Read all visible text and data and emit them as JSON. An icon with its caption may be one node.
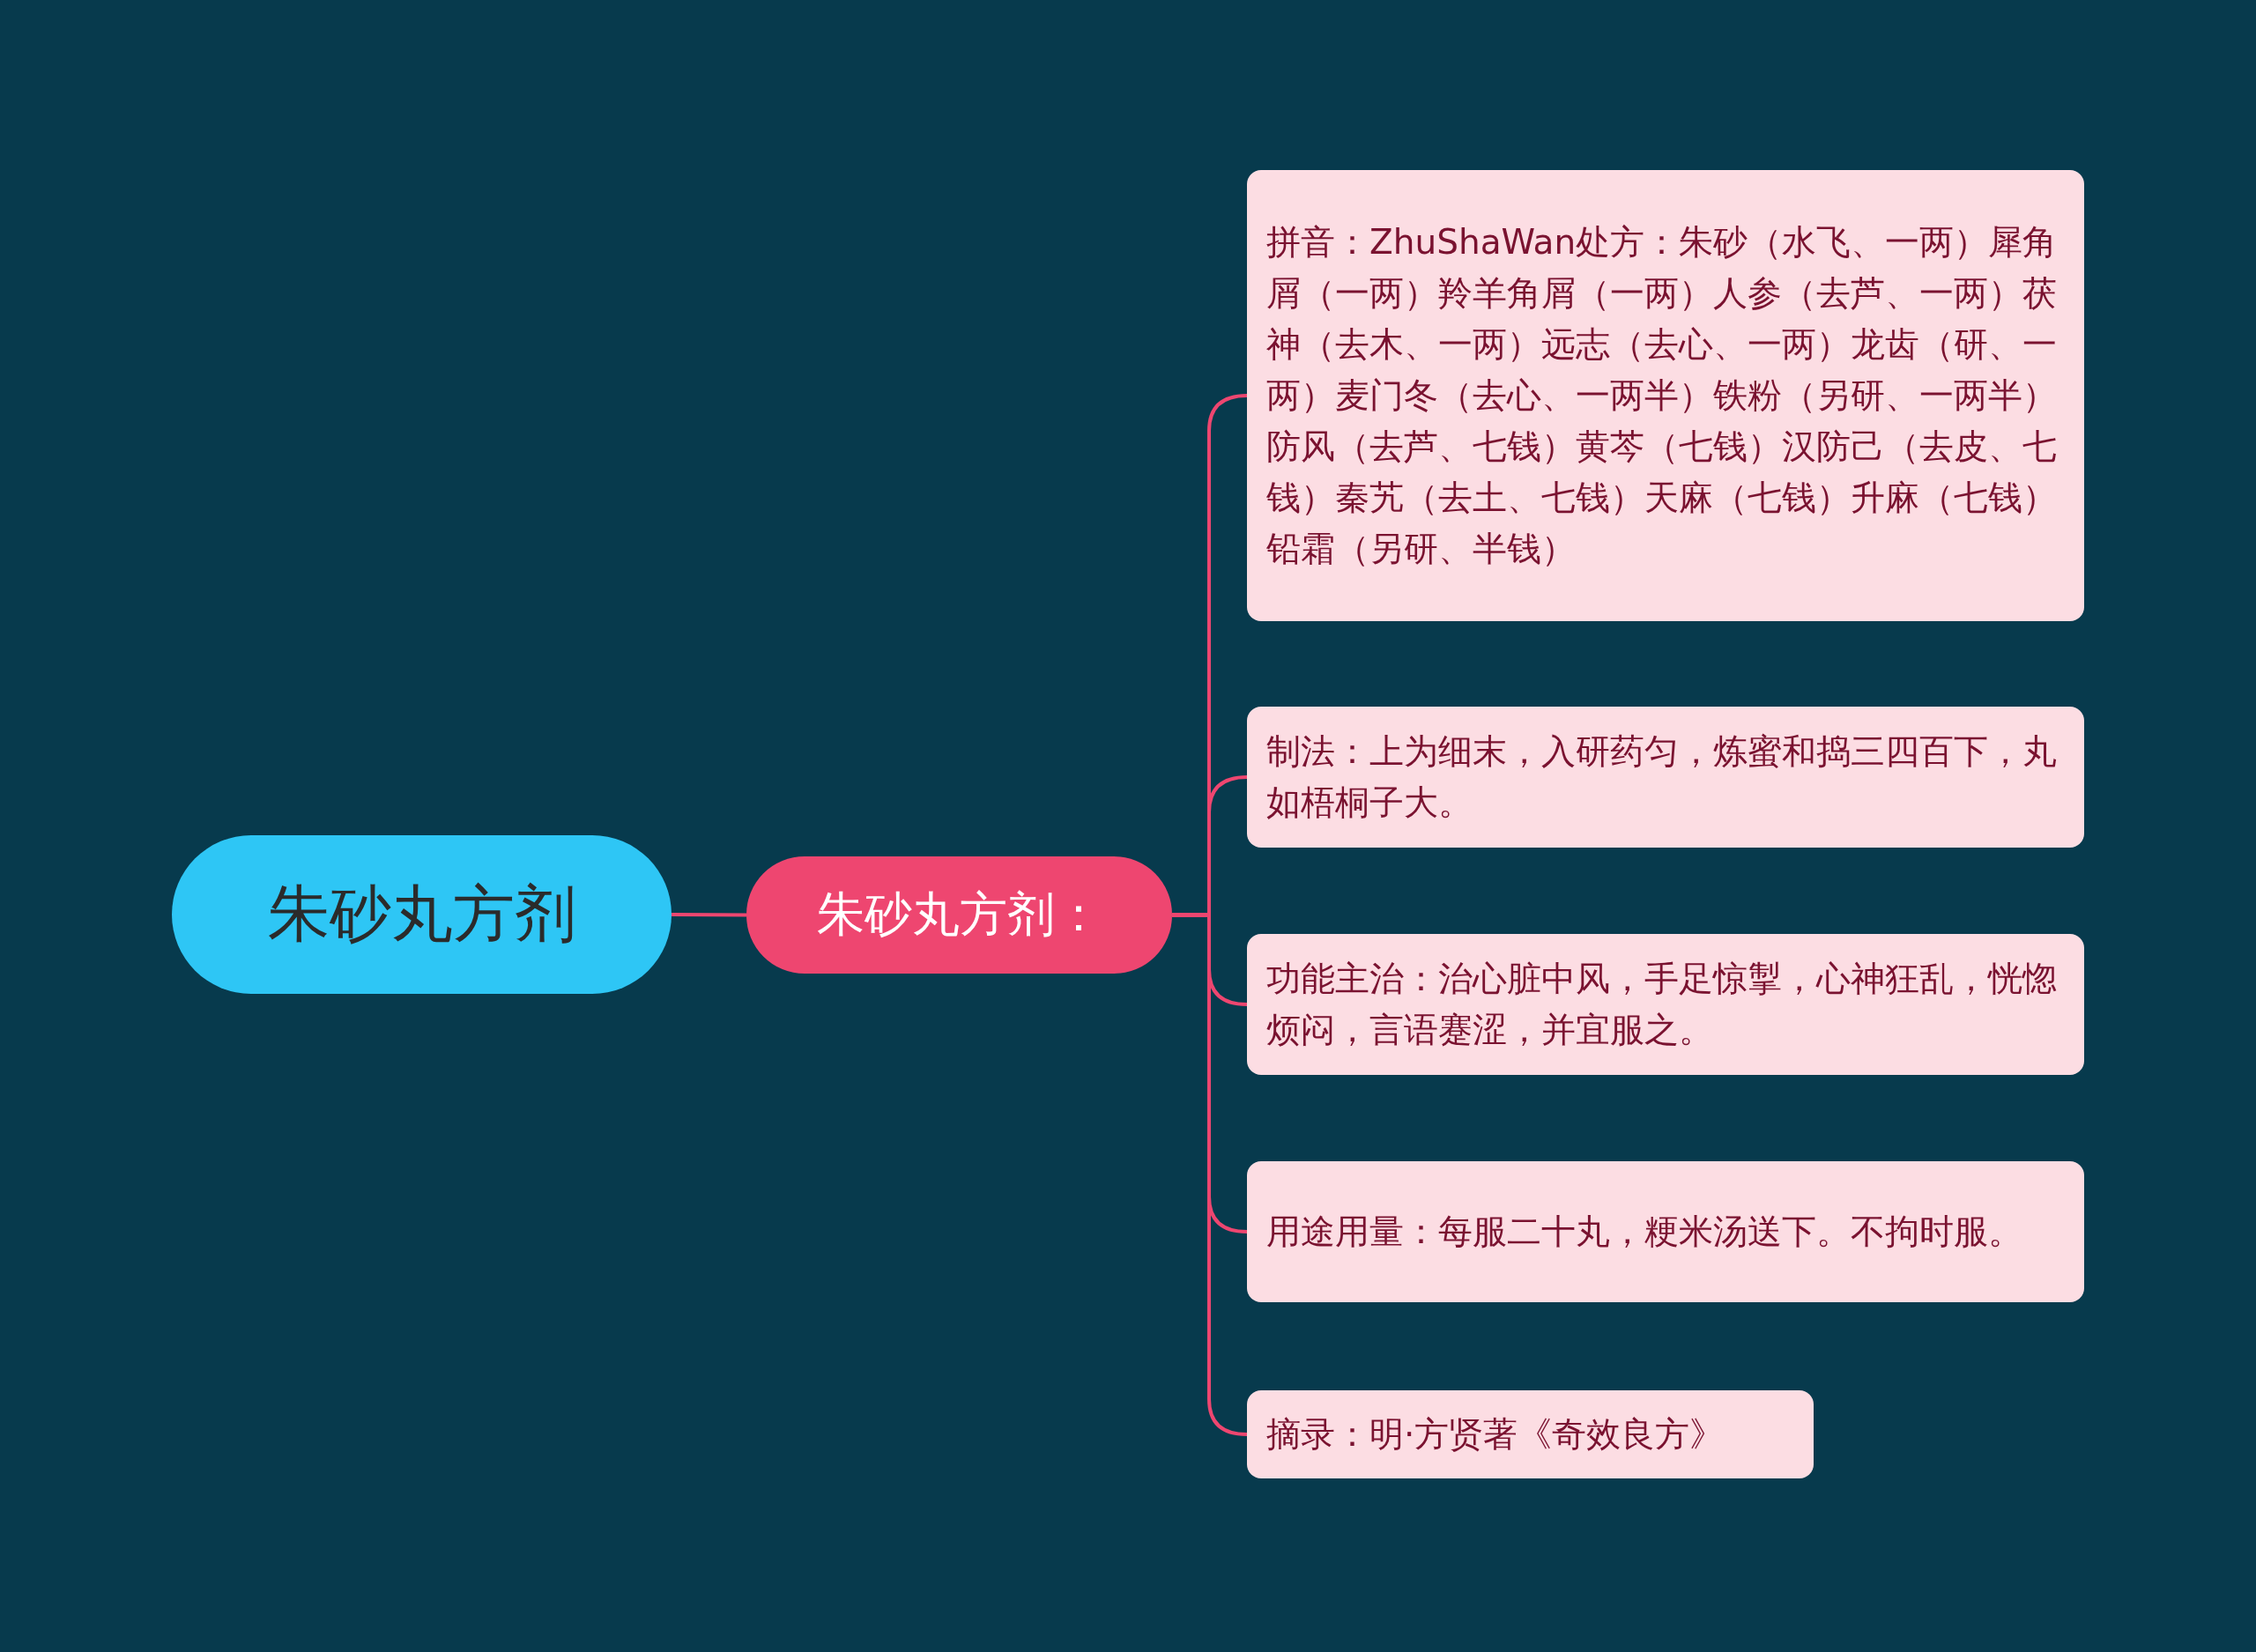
{
  "diagram": {
    "nodes": [
      {
        "text": [
          "朱砂丸方剂"
        ]
      },
      {
        "text": [
          "朱砂丸方剂："
        ]
      },
      {
        "text": [
          "拼音：ZhuShaWan处方：朱砂（水飞、一两）犀角屑（一两）羚羊角屑（一两）人参（去芦、一两）茯神（去木、一两）远志（去心、一两）龙齿（研、一两）麦门冬（去心、一两半）铁粉（另研、一两半）防风（去芦、七钱）黄芩（七钱）汉防己（去皮、七钱）秦艽（去土、七钱）天麻（七钱）升麻（七钱）铅霜（另研、半钱）"
        ]
      },
      {
        "text": [
          "制法：上为细末，入研药匀，炼蜜和捣三四百下，丸如梧桐子大。"
        ]
      },
      {
        "text": [
          "功能主治：治心脏中风，手足惊掣，心神狂乱，恍惚烦闷，言语蹇涩，并宜服之。"
        ]
      },
      {
        "text": [
          "用途用量：每服二十丸，粳米汤送下。不拘时服。"
        ]
      },
      {
        "text": [
          "摘录：明·方贤著《奇效良方》"
        ]
      }
    ],
    "edges": [
      {
        "from": 0,
        "to": 1,
        "arrow": "none"
      },
      {
        "from": 1,
        "to": 2,
        "arrow": "none"
      },
      {
        "from": 1,
        "to": 3,
        "arrow": "none"
      },
      {
        "from": 1,
        "to": 4,
        "arrow": "none"
      },
      {
        "from": 1,
        "to": 5,
        "arrow": "none"
      },
      {
        "from": 1,
        "to": 6,
        "arrow": "none"
      }
    ]
  }
}
